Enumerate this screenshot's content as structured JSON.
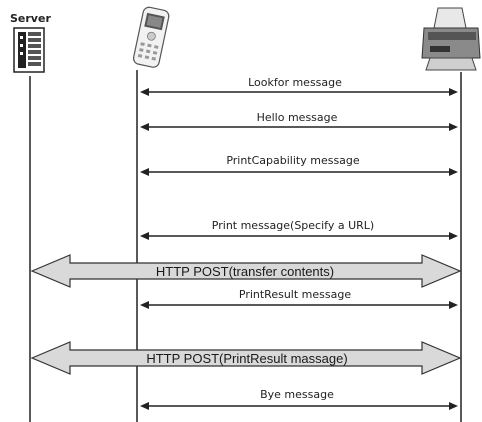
{
  "participants": {
    "server": {
      "label": "Server",
      "icon": "server-icon"
    },
    "phone": {
      "icon": "mobile-phone-icon"
    },
    "printer": {
      "icon": "printer-icon"
    }
  },
  "messages": [
    {
      "id": "lookfor",
      "label": "Lookfor message",
      "from": "phone",
      "to": "printer",
      "kind": "thin"
    },
    {
      "id": "hello",
      "label": "Hello message",
      "from": "phone",
      "to": "printer",
      "kind": "thin"
    },
    {
      "id": "printcapability",
      "label": "PrintCapability message",
      "from": "phone",
      "to": "printer",
      "kind": "thin"
    },
    {
      "id": "print",
      "label": "Print message(Specify a URL)",
      "from": "phone",
      "to": "printer",
      "kind": "thin"
    },
    {
      "id": "http-post-contents",
      "label": "HTTP POST(transfer contents)",
      "from": "server",
      "to": "printer",
      "kind": "block"
    },
    {
      "id": "printresult",
      "label": "PrintResult message",
      "from": "phone",
      "to": "printer",
      "kind": "thin"
    },
    {
      "id": "http-post-printresult",
      "label": "HTTP POST(PrintResult massage)",
      "from": "server",
      "to": "printer",
      "kind": "block"
    },
    {
      "id": "bye",
      "label": "Bye message",
      "from": "phone",
      "to": "printer",
      "kind": "thin"
    }
  ],
  "colors": {
    "line": "#222222",
    "block_fill": "#d9d9d9",
    "block_stroke": "#333333"
  }
}
